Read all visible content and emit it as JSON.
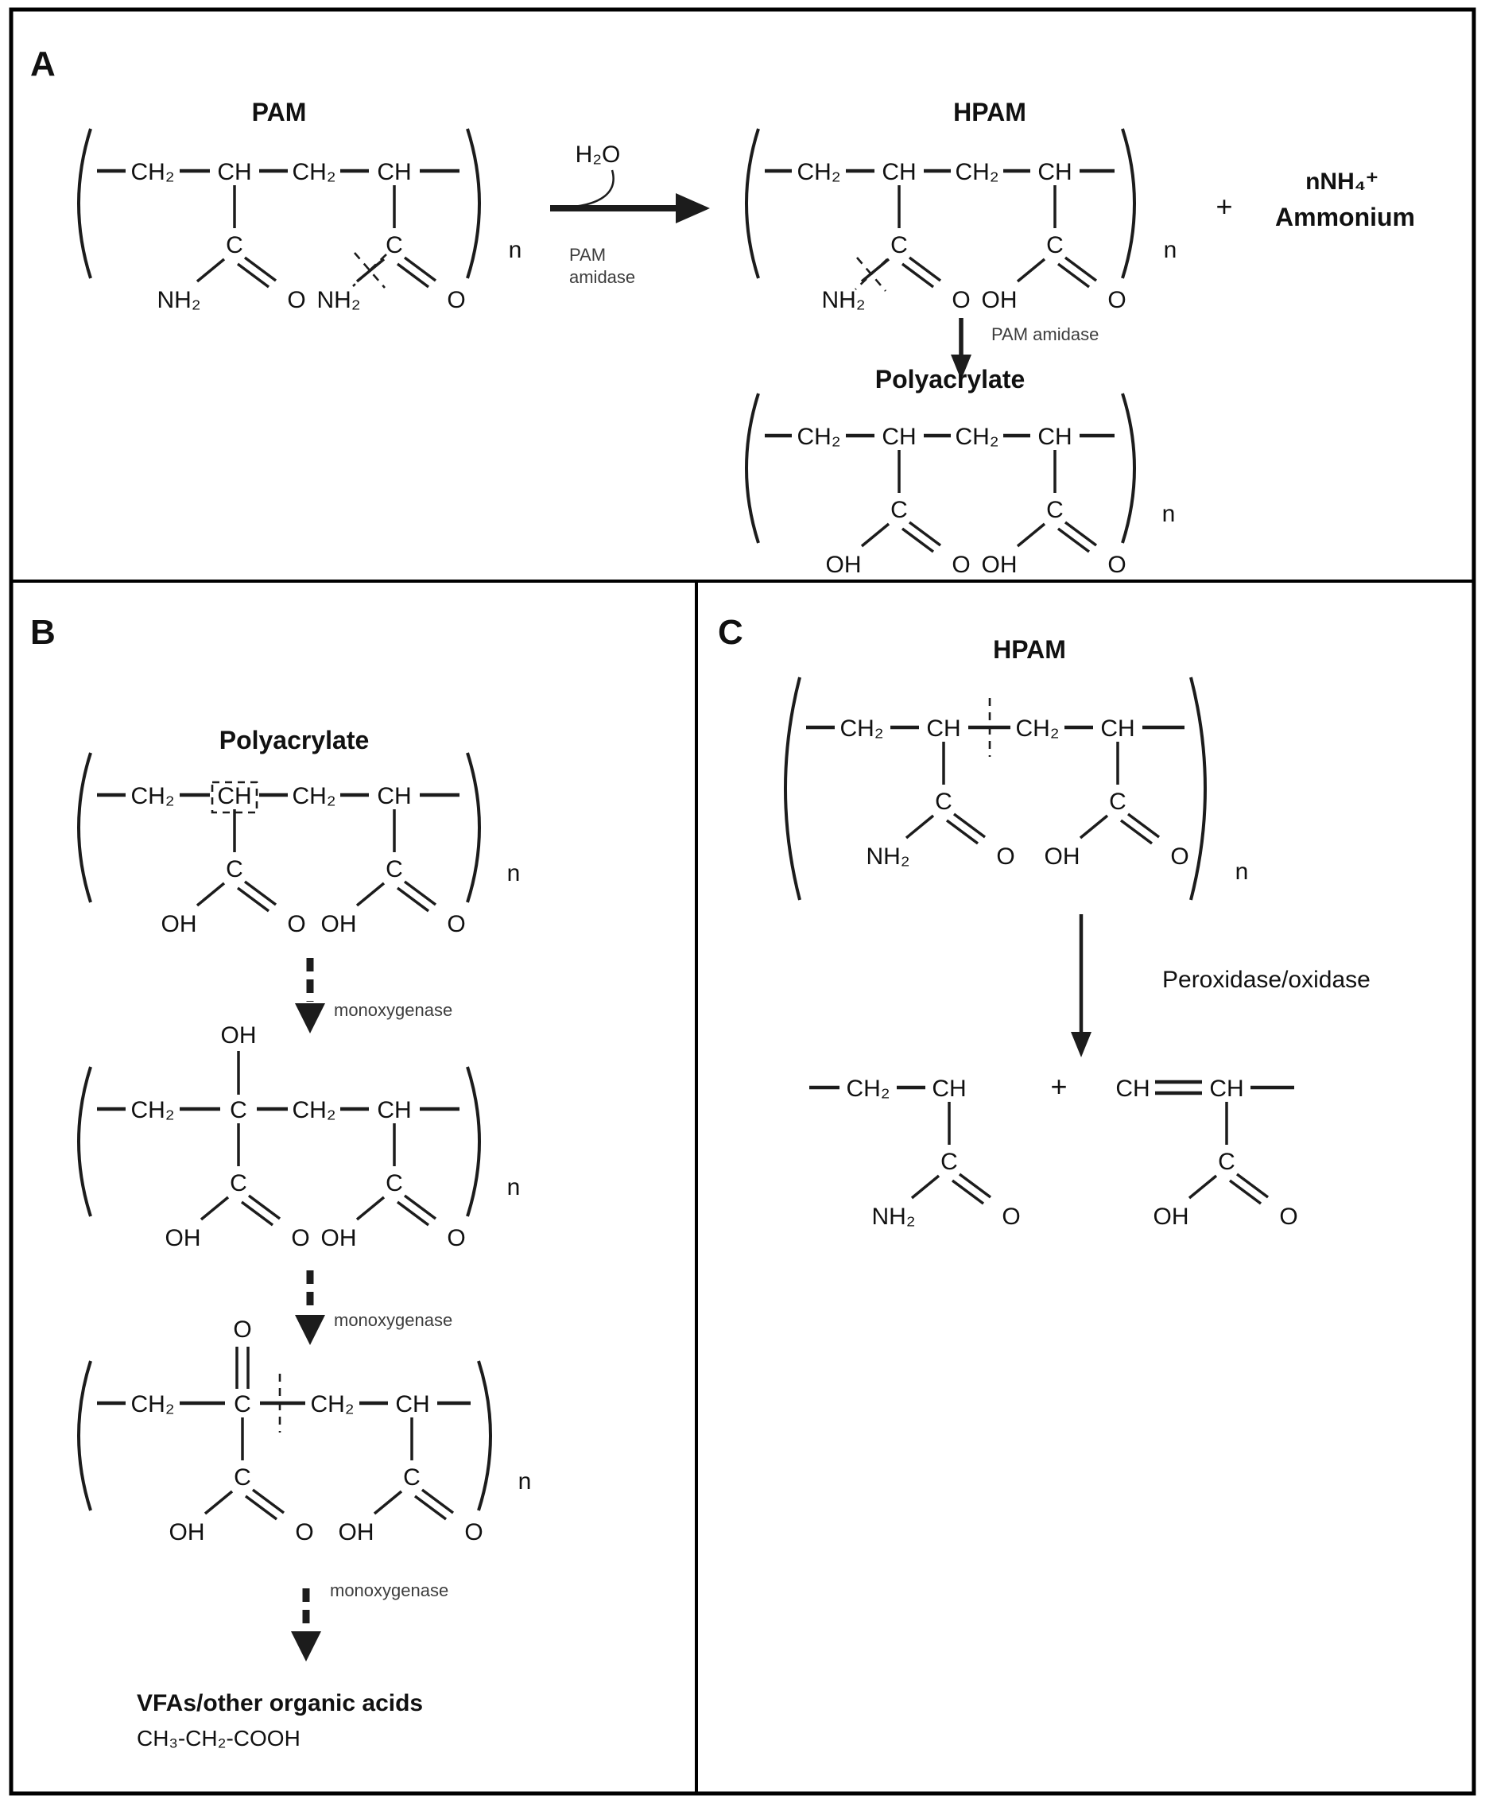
{
  "panel_a": {
    "label": "A",
    "pam_title": "PAM",
    "hpam_title": "HPAM",
    "polyacrylate_title": "Polyacrylate",
    "water": "H₂O",
    "enzyme_line1": "PAM",
    "enzyme_line2": "amidase",
    "enzyme_vertical": "PAM amidase",
    "plus": "+",
    "ammonium_formula": "nNH₄⁺",
    "ammonium_name": "Ammonium"
  },
  "panel_b": {
    "label": "B",
    "polyacrylate_title": "Polyacrylate",
    "enzyme1": "monoxygenase",
    "enzyme2": "monoxygenase",
    "enzyme3": "monoxygenase",
    "product_title": "VFAs/other organic acids",
    "product_formula": "CH₃-CH₂-COOH"
  },
  "panel_c": {
    "label": "C",
    "hpam_title": "HPAM",
    "enzyme": "Peroxidase/oxidase",
    "plus": "+"
  },
  "atoms": {
    "ch2": "CH₂",
    "ch": "CH",
    "c": "C",
    "o": "O",
    "oh": "OH",
    "nh2": "NH₂",
    "n": "n"
  }
}
